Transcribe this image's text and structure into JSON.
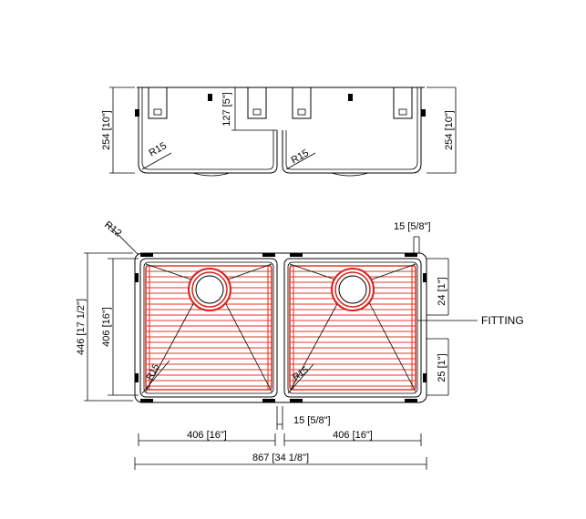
{
  "drawing": {
    "side_view": {
      "height_left": "254 [10\"]",
      "height_right": "254 [10\"]",
      "step_depth": "127 [5\"]",
      "radius_left": "R15",
      "radius_right": "R15"
    },
    "plan_view": {
      "corner_radius": "R12",
      "wall_gap_top": "15 [5/8\"]",
      "overall_depth": "446 [17 1/2\"]",
      "bowl_depth": "406 [16\"]",
      "edge_top": "24 [1\"]",
      "edge_bottom": "25 [1\"]",
      "fitting_label": "FITTING",
      "grid_radius_left": "R15",
      "grid_radius_right": "R15"
    },
    "bottom_dims": {
      "center_gap": "15 [5/8\"]",
      "bowl_width_left": "406 [16\"]",
      "bowl_width_right": "406 [16\"]",
      "overall_width": "867 [34 1/8\"]"
    }
  },
  "colors": {
    "line": "#000000",
    "grid": "#e0392b"
  }
}
